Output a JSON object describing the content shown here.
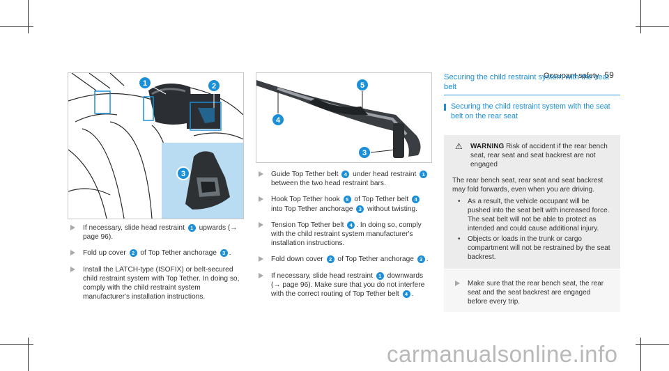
{
  "header": {
    "title": "Occupant safety",
    "page_number": "59"
  },
  "figures": {
    "left": {
      "callouts": [
        "1",
        "2",
        "3"
      ]
    },
    "middle": {
      "callouts": [
        "5",
        "4",
        "3"
      ]
    }
  },
  "left_column": {
    "steps": [
      {
        "parts": [
          "If necessary, slide head restraint ",
          "1",
          " upwards (→ page 96)."
        ]
      },
      {
        "parts": [
          "Fold up cover ",
          "2",
          " of Top Tether anchorage ",
          "3",
          "."
        ]
      },
      {
        "parts": [
          "Install the LATCH-type (ISOFIX) or belt-secured child restraint system with Top Tether. In doing so, comply with the child restraint system manufacturer's installation instructions."
        ]
      }
    ]
  },
  "middle_column": {
    "steps": [
      {
        "parts": [
          "Guide Top Tether belt ",
          "4",
          " under head restraint ",
          "1",
          " between the two head restraint bars."
        ]
      },
      {
        "parts": [
          "Hook Top Tether hook ",
          "5",
          " of Top Tether belt ",
          "4",
          " into Top Tether anchorage ",
          "3",
          " without twisting."
        ]
      },
      {
        "parts": [
          "Tension Top Tether belt ",
          "4",
          ". In doing so, comply with the child restraint system manufacturer's installation instructions."
        ]
      },
      {
        "parts": [
          "Fold down cover ",
          "2",
          " of Top Tether anchorage ",
          "3",
          "."
        ]
      },
      {
        "parts": [
          "If necessary, slide head restraint ",
          "1",
          " downwards (→ page 96). Make sure that you do not interfere with the correct routing of Top Tether belt ",
          "4",
          "."
        ]
      }
    ]
  },
  "right_column": {
    "section_title": "Securing the child restraint system with the seat belt",
    "subsection_title": "Securing the child restraint system with the seat belt on the rear seat",
    "warning": {
      "symbol": "⚠",
      "label": "WARNING",
      "headline": " Risk of accident if the rear bench seat, rear seat and seat backrest are not engaged",
      "body": "The rear bench seat, rear seat and seat backrest may fold forwards, even when you are driving.",
      "bullets": [
        "As a result, the vehicle occupant will be pushed into the seat belt with increased force. The seat belt will not be able to protect as intended and could cause additional injury.",
        "Objects or loads in the trunk or cargo compartment will not be restrained by the seat backrest."
      ],
      "action": "Make sure that the rear bench seat, the rear seat and the seat backrest are engaged before every trip."
    }
  },
  "watermark": "carmanualsonline.info",
  "colors": {
    "accent": "#1c8fd9",
    "text": "#333333",
    "warning_bg": "#ececec"
  }
}
